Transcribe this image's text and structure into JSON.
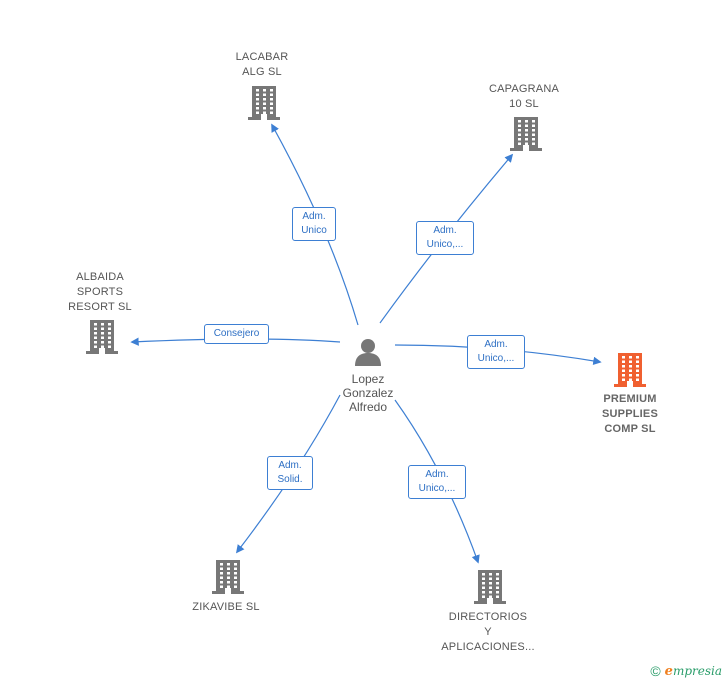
{
  "colors": {
    "company": "#777777",
    "highlight": "#f06030",
    "edge": "#3d7fd3",
    "person": "#777777"
  },
  "person": {
    "name_lines": [
      "Lopez",
      "Gonzalez",
      "Alfredo"
    ],
    "icon": "person-icon"
  },
  "companies": [
    {
      "id": "lacabar",
      "label_lines": [
        "LACABAR",
        "ALG  SL"
      ],
      "icon": "building-icon",
      "highlight": false
    },
    {
      "id": "capagrana",
      "label_lines": [
        "CAPAGRANA",
        "10  SL"
      ],
      "icon": "building-icon",
      "highlight": false
    },
    {
      "id": "albaida",
      "label_lines": [
        "ALBAIDA",
        "SPORTS",
        "RESORT SL"
      ],
      "icon": "building-icon",
      "highlight": false
    },
    {
      "id": "premium",
      "label_lines": [
        "PREMIUM",
        "SUPPLIES",
        "COMP  SL"
      ],
      "icon": "building-icon",
      "highlight": true
    },
    {
      "id": "zikavibe",
      "label_lines": [
        "ZIKAVIBE  SL"
      ],
      "icon": "building-icon",
      "highlight": false
    },
    {
      "id": "directorios",
      "label_lines": [
        "DIRECTORIOS",
        "Y",
        "APLICACIONES..."
      ],
      "icon": "building-icon",
      "highlight": false
    }
  ],
  "edges": [
    {
      "to": "lacabar",
      "role_lines": [
        "Adm.",
        "Unico"
      ]
    },
    {
      "to": "capagrana",
      "role_lines": [
        "Adm.",
        "Unico,..."
      ]
    },
    {
      "to": "albaida",
      "role_lines": [
        "Consejero"
      ]
    },
    {
      "to": "premium",
      "role_lines": [
        "Adm.",
        "Unico,..."
      ]
    },
    {
      "to": "zikavibe",
      "role_lines": [
        "Adm.",
        "Solid."
      ]
    },
    {
      "to": "directorios",
      "role_lines": [
        "Adm.",
        "Unico,..."
      ]
    }
  ],
  "footer": {
    "copyright_symbol": "©",
    "brand_first": "e",
    "brand_rest": "mpresia"
  }
}
